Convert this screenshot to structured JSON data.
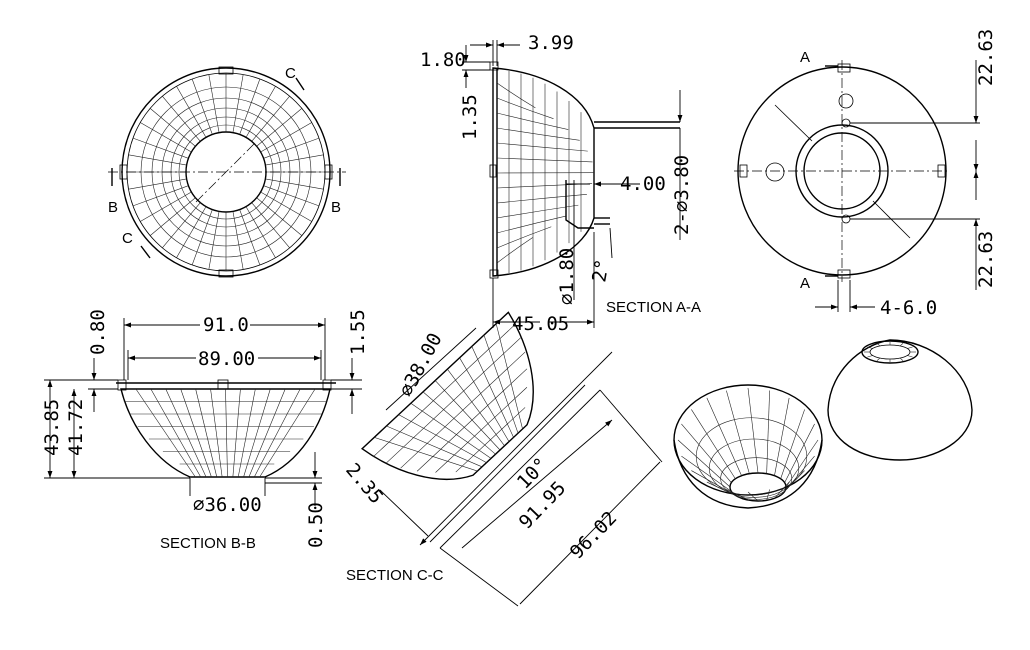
{
  "views": {
    "top": {
      "cut_labels": [
        "C",
        "B",
        "B",
        "C"
      ]
    },
    "section_a": {
      "title": "SECTION A-A",
      "dims": {
        "d_1_80_top": "1.80",
        "d_3_99": "3.99",
        "d_1_35": "1.35",
        "d_4_00": "4.00",
        "d_2_3_80": "2-⌀3.80",
        "d_1_80_dia": "⌀1.80",
        "d_2deg": "2°",
        "d_45_05": "45.05"
      }
    },
    "rear": {
      "cut_labels": [
        "A",
        "A"
      ],
      "dims": {
        "d_22_63_top": "22.63",
        "d_22_63_bottom": "22.63",
        "d_4_6_0": "4-6.0"
      }
    },
    "section_b": {
      "title": "SECTION B-B",
      "dims": {
        "d_91_0": "91.0",
        "d_89_00": "89.00",
        "d_0_80": "0.80",
        "d_1_55": "1.55",
        "d_43_85": "43.85",
        "d_41_72": "41.72",
        "d_36_00": "⌀36.00",
        "d_0_50": "0.50"
      }
    },
    "section_c": {
      "title": "SECTION C-C",
      "dims": {
        "d_38_00": "⌀38.00",
        "d_2_35": "2.35",
        "d_10deg": "10°",
        "d_91_95": "91.95",
        "d_96_02": "96.02"
      }
    }
  }
}
